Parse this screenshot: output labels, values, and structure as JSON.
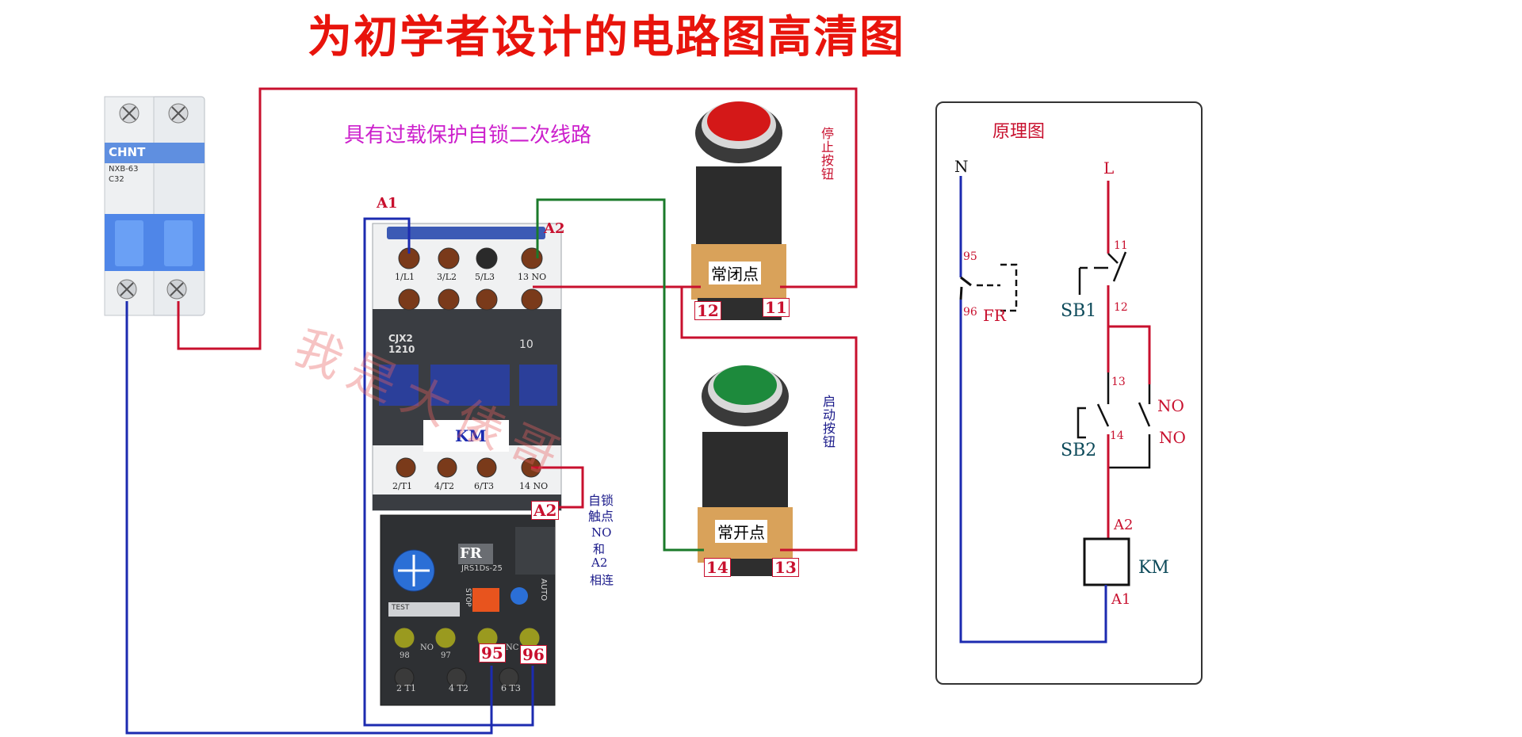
{
  "title": "为初学者设计的电路图高清图",
  "subtitle": "具有过载保护自锁二次线路",
  "watermark": "我是大俵哥",
  "breaker": {
    "brand": "CHNT",
    "model": "NXB-63",
    "rating": "C32"
  },
  "contactor": {
    "model_line1": "CJX2",
    "model_line2": "1210",
    "aux_code": "10",
    "name": "KM",
    "coil_a1": "A1",
    "coil_a2": "A2",
    "top_terminals": [
      "1/L1",
      "3/L2",
      "5/L3",
      "13 NO"
    ],
    "bottom_terminals": [
      "2/T1",
      "4/T2",
      "6/T3",
      "14 NO"
    ],
    "a2_tag": "A2"
  },
  "relay": {
    "name": "FR",
    "model": "JRS1Ds-25",
    "terminal_95": "95",
    "terminal_96": "96",
    "small_labels": [
      "98",
      "97",
      "NO",
      "NC"
    ],
    "bottom_labels": [
      "2 T1",
      "4 T2",
      "6 T3"
    ],
    "auto_label": "AUTO",
    "stop_label": "STOP",
    "test_label": "TEST"
  },
  "self_lock_note": {
    "line1": "自锁",
    "line2": "触点",
    "line3": "NO",
    "line4": "和",
    "line5": "A2",
    "line6": "相连"
  },
  "stop_button": {
    "label": "停止按钮",
    "contact_type": "常闭点",
    "terminal_left": "12",
    "terminal_right": "11",
    "color": "#d41818"
  },
  "start_button": {
    "label": "启动按钮",
    "contact_type": "常开点",
    "terminal_left": "14",
    "terminal_right": "13",
    "color": "#1d8a3c"
  },
  "schematic": {
    "title": "原理图",
    "neutral": "N",
    "live": "L",
    "fr_label": "FR",
    "fr_95": "95",
    "fr_96": "96",
    "sb1_label": "SB1",
    "sb1_11": "11",
    "sb1_12": "12",
    "sb2_label": "SB2",
    "sb2_13": "13",
    "sb2_14": "14",
    "no_upper": "NO",
    "no_lower": "NO",
    "coil_a2": "A2",
    "coil_label": "KM",
    "coil_a1": "A1"
  },
  "colors": {
    "red_wire": "#c8102e",
    "blue_wire": "#1c2bb0",
    "green_wire": "#1a7a2a",
    "title_red": "#e8140c",
    "subtitle_magenta": "#cc1fcc"
  }
}
